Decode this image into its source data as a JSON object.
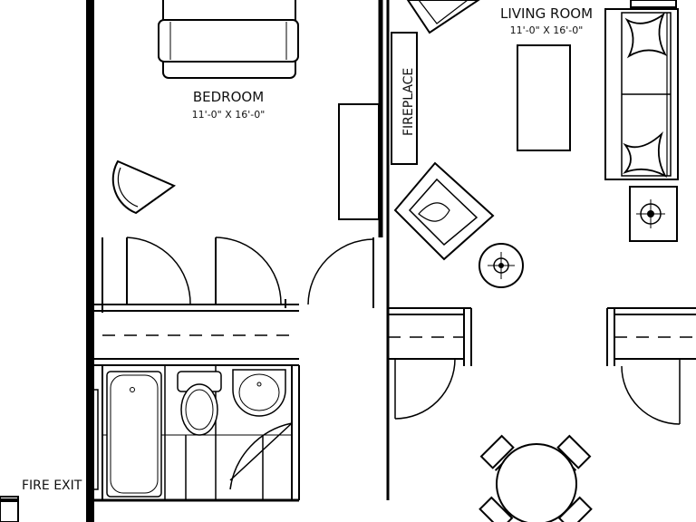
{
  "rooms": {
    "bedroom": {
      "name": "BEDROOM",
      "dimensions": "11'-0\" X 16'-0\""
    },
    "living_room": {
      "name": "LIVING ROOM",
      "dimensions": "11'-0\" X 16'-0\""
    }
  },
  "labels": {
    "fireplace": "FIREPLACE",
    "fire_exit": "FIRE EXIT"
  }
}
